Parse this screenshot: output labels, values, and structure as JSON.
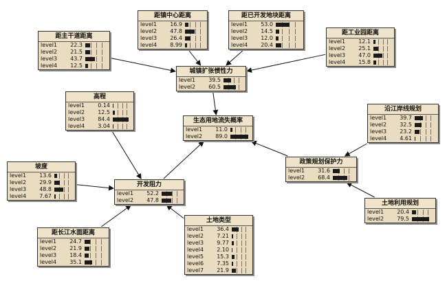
{
  "nodes": [
    {
      "id": "juzhu",
      "title": "距主干道距离",
      "levels": [
        {
          "label": "level1",
          "value": "22.3",
          "p": 22.3
        },
        {
          "label": "level2",
          "value": "21.5",
          "p": 21.5
        },
        {
          "label": "level3",
          "value": "43.7",
          "p": 43.7
        },
        {
          "label": "level4",
          "value": "12.5",
          "p": 12.5
        }
      ]
    },
    {
      "id": "zhongxin",
      "title": "距镇中心距离",
      "levels": [
        {
          "label": "level1",
          "value": "16.9",
          "p": 16.9
        },
        {
          "label": "level2",
          "value": "47.8",
          "p": 47.8
        },
        {
          "label": "level3",
          "value": "26.4",
          "p": 26.4
        },
        {
          "label": "level4",
          "value": "8.99",
          "p": 8.99
        }
      ]
    },
    {
      "id": "kaifa",
      "title": "距已开发地块距离",
      "levels": [
        {
          "label": "level1",
          "value": "53.0",
          "p": 53.0
        },
        {
          "label": "level2",
          "value": "14.5",
          "p": 14.5
        },
        {
          "label": "level3",
          "value": "12.0",
          "p": 12.0
        },
        {
          "label": "level4",
          "value": "20.4",
          "p": 20.4
        }
      ]
    },
    {
      "id": "gongye",
      "title": "距工业园距离",
      "levels": [
        {
          "label": "level1",
          "value": "12.1",
          "p": 12.1
        },
        {
          "label": "level2",
          "value": "25.1",
          "p": 25.1
        },
        {
          "label": "level3",
          "value": "47.0",
          "p": 47.0
        },
        {
          "label": "level4",
          "value": "15.8",
          "p": 15.8
        }
      ]
    },
    {
      "id": "chengzhen",
      "title": "城镇扩张惯性力",
      "levels": [
        {
          "label": "level1",
          "value": "39.5",
          "p": 39.5
        },
        {
          "label": "level2",
          "value": "60.5",
          "p": 60.5
        }
      ]
    },
    {
      "id": "gaocheng",
      "title": "高程",
      "levels": [
        {
          "label": "level1",
          "value": "0.14",
          "p": 0.14
        },
        {
          "label": "level2",
          "value": "12.5",
          "p": 12.5
        },
        {
          "label": "level3",
          "value": "84.4",
          "p": 84.4
        },
        {
          "label": "level4",
          "value": "3.04",
          "p": 3.04
        }
      ]
    },
    {
      "id": "shengtai",
      "title": "生态用地流失概率",
      "levels": [
        {
          "label": "level1",
          "value": "11.0",
          "p": 11.0
        },
        {
          "label": "level2",
          "value": "89.0",
          "p": 89.0
        }
      ]
    },
    {
      "id": "yanjiang",
      "title": "沿江岸线规划",
      "levels": [
        {
          "label": "level1",
          "value": "39.7",
          "p": 39.7
        },
        {
          "label": "level2",
          "value": "32.5",
          "p": 32.5
        },
        {
          "label": "level3",
          "value": "23.2",
          "p": 23.2
        },
        {
          "label": "level4",
          "value": "4.61",
          "p": 4.61
        }
      ]
    },
    {
      "id": "podu",
      "title": "坡度",
      "levels": [
        {
          "label": "level1",
          "value": "13.6",
          "p": 13.6
        },
        {
          "label": "level2",
          "value": "29.9",
          "p": 29.9
        },
        {
          "label": "level3",
          "value": "48.8",
          "p": 48.8
        },
        {
          "label": "level4",
          "value": "7.67",
          "p": 7.67
        }
      ]
    },
    {
      "id": "zhengce",
      "title": "政策规划保护力",
      "levels": [
        {
          "label": "level1",
          "value": "31.6",
          "p": 31.6
        },
        {
          "label": "level2",
          "value": "68.4",
          "p": 68.4
        }
      ]
    },
    {
      "id": "kaifazuli",
      "title": "开发阻力",
      "levels": [
        {
          "label": "level1",
          "value": "52.2",
          "p": 52.2
        },
        {
          "label": "level2",
          "value": "47.8",
          "p": 47.8
        }
      ]
    },
    {
      "id": "tudiliyong",
      "title": "土地利用规划",
      "levels": [
        {
          "label": "level1",
          "value": "20.4",
          "p": 20.4
        },
        {
          "label": "level2",
          "value": "79.5",
          "p": 79.5
        }
      ]
    },
    {
      "id": "tudileixing",
      "title": "土地类型",
      "levels": [
        {
          "label": "level1",
          "value": "36.4",
          "p": 36.4
        },
        {
          "label": "level2",
          "value": "7.21",
          "p": 7.21
        },
        {
          "label": "level3",
          "value": "9.77",
          "p": 9.77
        },
        {
          "label": "level4",
          "value": "2.10",
          "p": 2.1
        },
        {
          "label": "level5",
          "value": "15.3",
          "p": 15.3
        },
        {
          "label": "level6",
          "value": "7.35",
          "p": 7.35
        },
        {
          "label": "level7",
          "value": "21.9",
          "p": 21.9
        }
      ]
    },
    {
      "id": "changjiang",
      "title": "距长江水面距离",
      "levels": [
        {
          "label": "level1",
          "value": "24.7",
          "p": 24.7
        },
        {
          "label": "level2",
          "value": "21.9",
          "p": 21.9
        },
        {
          "label": "level3",
          "value": "18.4",
          "p": 18.4
        },
        {
          "label": "level4",
          "value": "35.1",
          "p": 35.1
        }
      ]
    }
  ],
  "edges": [
    {
      "from": "juzhu",
      "to": "chengzhen"
    },
    {
      "from": "zhongxin",
      "to": "chengzhen"
    },
    {
      "from": "kaifa",
      "to": "chengzhen"
    },
    {
      "from": "gongye",
      "to": "chengzhen"
    },
    {
      "from": "chengzhen",
      "to": "shengtai"
    },
    {
      "from": "gaocheng",
      "to": "kaifazuli"
    },
    {
      "from": "podu",
      "to": "kaifazuli"
    },
    {
      "from": "changjiang",
      "to": "kaifazuli"
    },
    {
      "from": "tudileixing",
      "to": "kaifazuli"
    },
    {
      "from": "kaifazuli",
      "to": "shengtai"
    },
    {
      "from": "yanjiang",
      "to": "zhengce"
    },
    {
      "from": "tudiliyong",
      "to": "zhengce"
    },
    {
      "from": "zhengce",
      "to": "shengtai"
    }
  ]
}
